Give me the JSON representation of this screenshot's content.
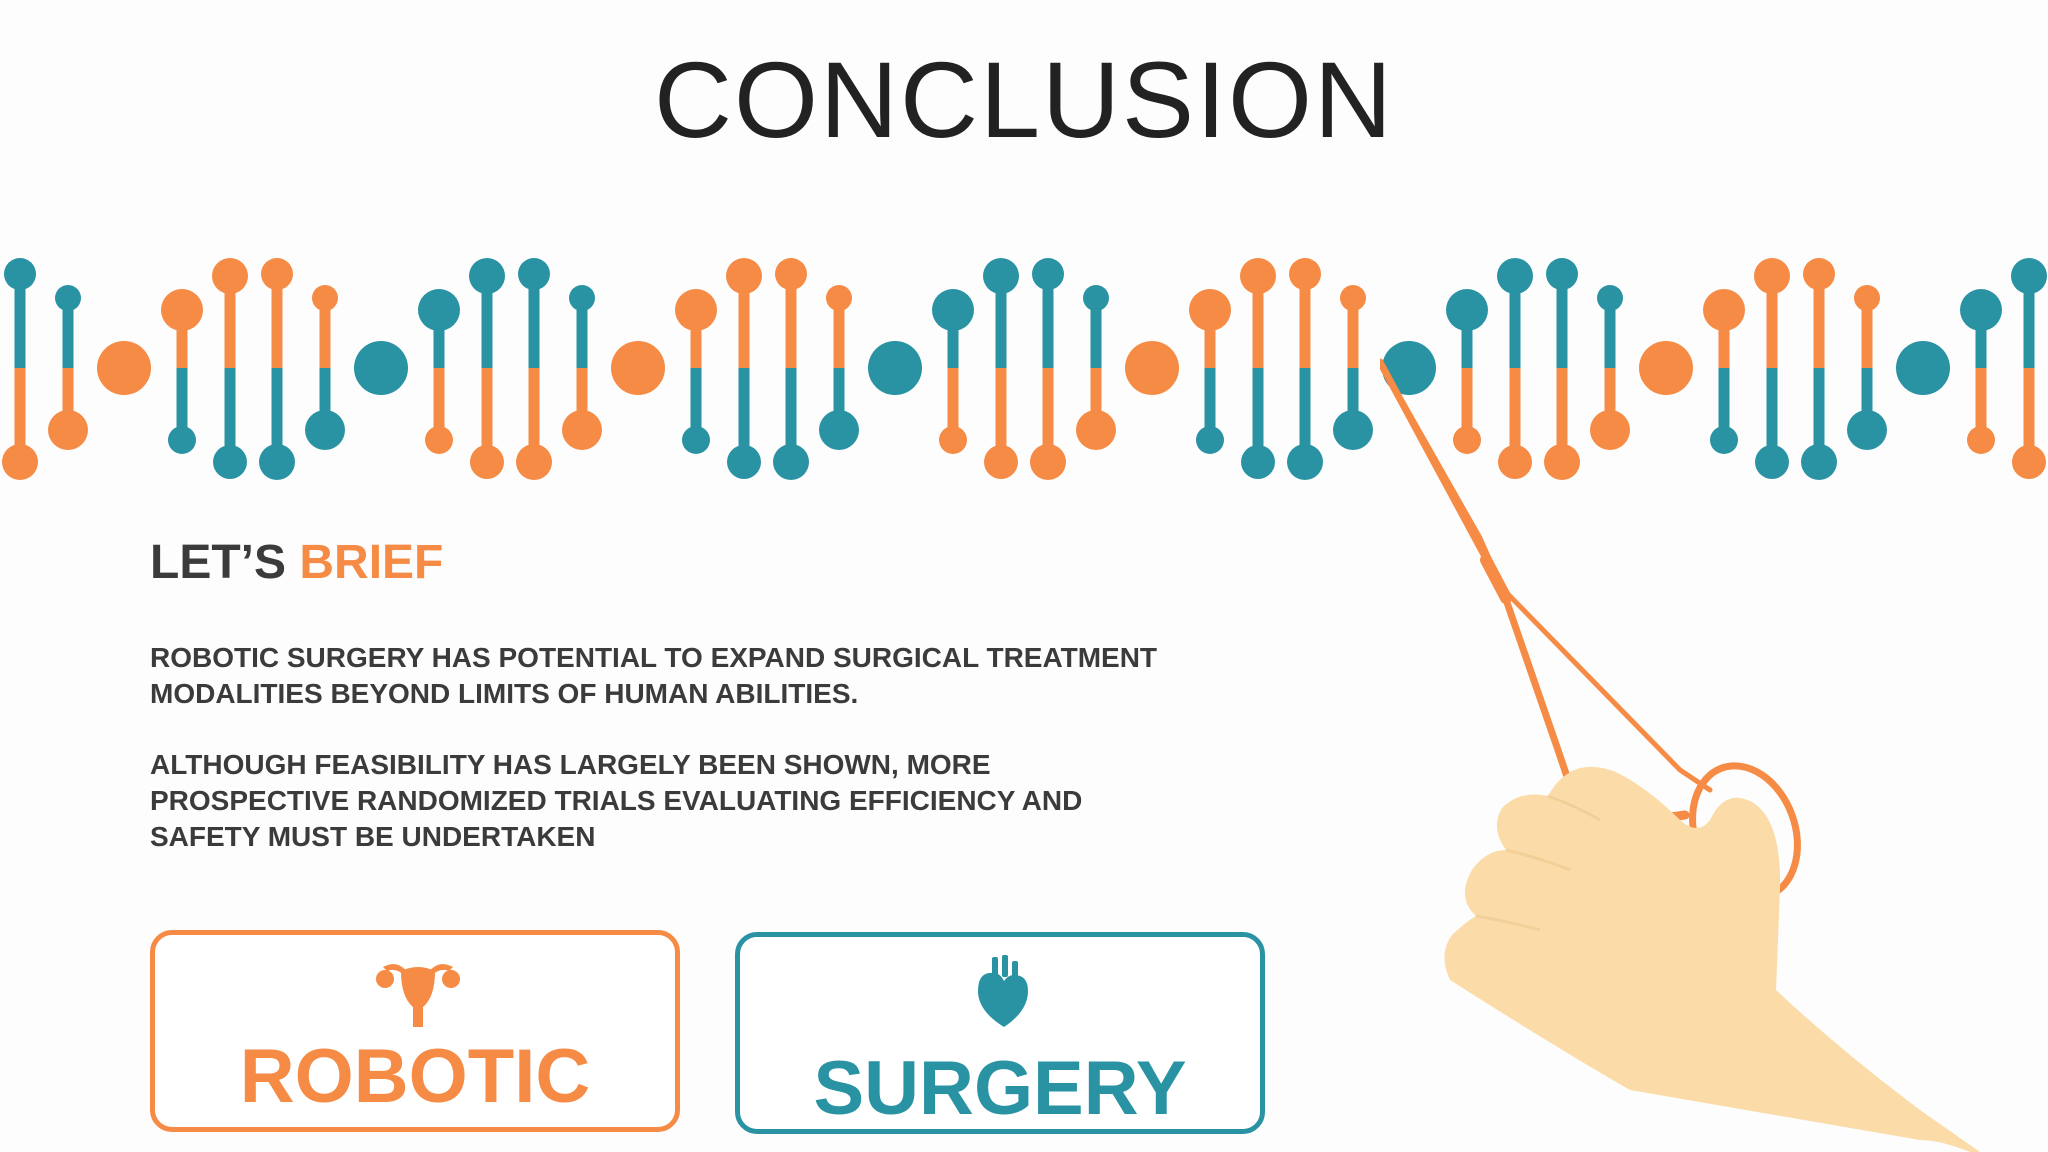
{
  "slide": {
    "title": "CONCLUSION",
    "brief_heading": {
      "word1": "LET’S",
      "word2": "BRIEF"
    },
    "paragraphs": [
      "ROBOTIC SURGERY HAS POTENTIAL TO EXPAND SURGICAL TREATMENT\nMODALITIES BEYOND LIMITS OF HUMAN ABILITIES.",
      "ALTHOUGH FEASIBILITY HAS LARGELY BEEN SHOWN, MORE\nPROSPECTIVE RANDOMIZED TRIALS EVALUATING EFFICIENCY AND\nSAFETY MUST BE UNDERTAKEN"
    ],
    "cards": [
      {
        "label": "ROBOTIC",
        "icon": "uterus-icon",
        "color": "#f58b45"
      },
      {
        "label": "SURGERY",
        "icon": "heart-icon",
        "color": "#2a93a3"
      }
    ]
  },
  "colors": {
    "orange": "#f58b45",
    "teal": "#2a93a3",
    "skin": "#fbdca8",
    "text": "#3b3b3b"
  },
  "illustrations": [
    "dna-strand",
    "hand-holding-surgical-scissors"
  ]
}
